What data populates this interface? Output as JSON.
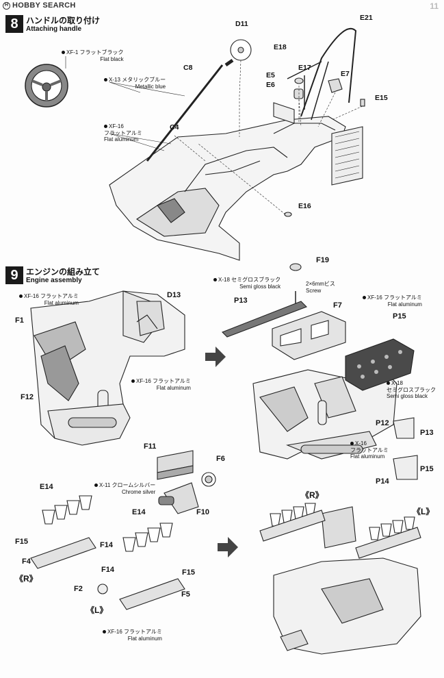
{
  "header": {
    "logo_text": "HOBBY SEARCH",
    "page_number": "11"
  },
  "steps": [
    {
      "number": "8",
      "title_jp": "ハンドルの取り付け",
      "title_en": "Attaching handle"
    },
    {
      "number": "9",
      "title_jp": "エンジンの組み立て",
      "title_en": "Engine assembly"
    }
  ],
  "paint_callouts": {
    "s8_xf1": {
      "code": "XF-1 フラットブラック",
      "en": "Flat black"
    },
    "s8_x13": {
      "code": "X-13 メタリックブルー",
      "en": "Metallic blue"
    },
    "s8_xf16": {
      "code": "XF-16",
      "jp": "フラットアルミ",
      "en": "Flat aluminum"
    },
    "s9_xf16_a": {
      "code": "XF-16 フラットアルミ",
      "en": "Flat aluminum"
    },
    "s9_xf16_b": {
      "code": "XF-16 フラットアルミ",
      "en": "Flat aluminum"
    },
    "s9_x18_a": {
      "code": "X-18 セミグロスブラック",
      "en": "Semi gloss black"
    },
    "s9_xf16_c": {
      "code": "XF-16 フラットアルミ",
      "en": "Flat aluminum"
    },
    "s9_x18_b": {
      "code": "X-18",
      "jp": "セミグロスブラック",
      "en": "Semi gloss black"
    },
    "s9_x16": {
      "code": "X-16",
      "jp": "フラットアルミ",
      "en": "Flat aluminum"
    },
    "s9_x11": {
      "code": "X-11 クロームシルバー",
      "en": "Chrome silver"
    },
    "s9_xf16_d": {
      "code": "XF-16 フラットアルミ",
      "en": "Flat aluminum"
    }
  },
  "screw": {
    "size": "2×6mmビス",
    "en": "Screw"
  },
  "part_labels": {
    "D11": "D11",
    "E21": "E21",
    "E18": "E18",
    "E17": "E17",
    "E5": "E5",
    "E6": "E6",
    "E7": "E7",
    "C8": "C8",
    "E15": "E15",
    "C4": "C4",
    "E16": "E16",
    "D13": "D13",
    "F1": "F1",
    "F12": "F12",
    "F19": "F19",
    "P13a": "P13",
    "F7": "F7",
    "P15a": "P15",
    "P12": "P12",
    "P13b": "P13",
    "P15b": "P15",
    "P14": "P14",
    "F11": "F11",
    "F6": "F6",
    "F10": "F10",
    "E14a": "E14",
    "E14b": "E14",
    "F15a": "F15",
    "F14a": "F14",
    "F4": "F4",
    "F14b": "F14",
    "F15b": "F15",
    "F2": "F2",
    "F5": "F5"
  },
  "side_labels": {
    "R1": "《R》",
    "L1": "《L》",
    "R2": "《R》",
    "L2": "《L》"
  }
}
